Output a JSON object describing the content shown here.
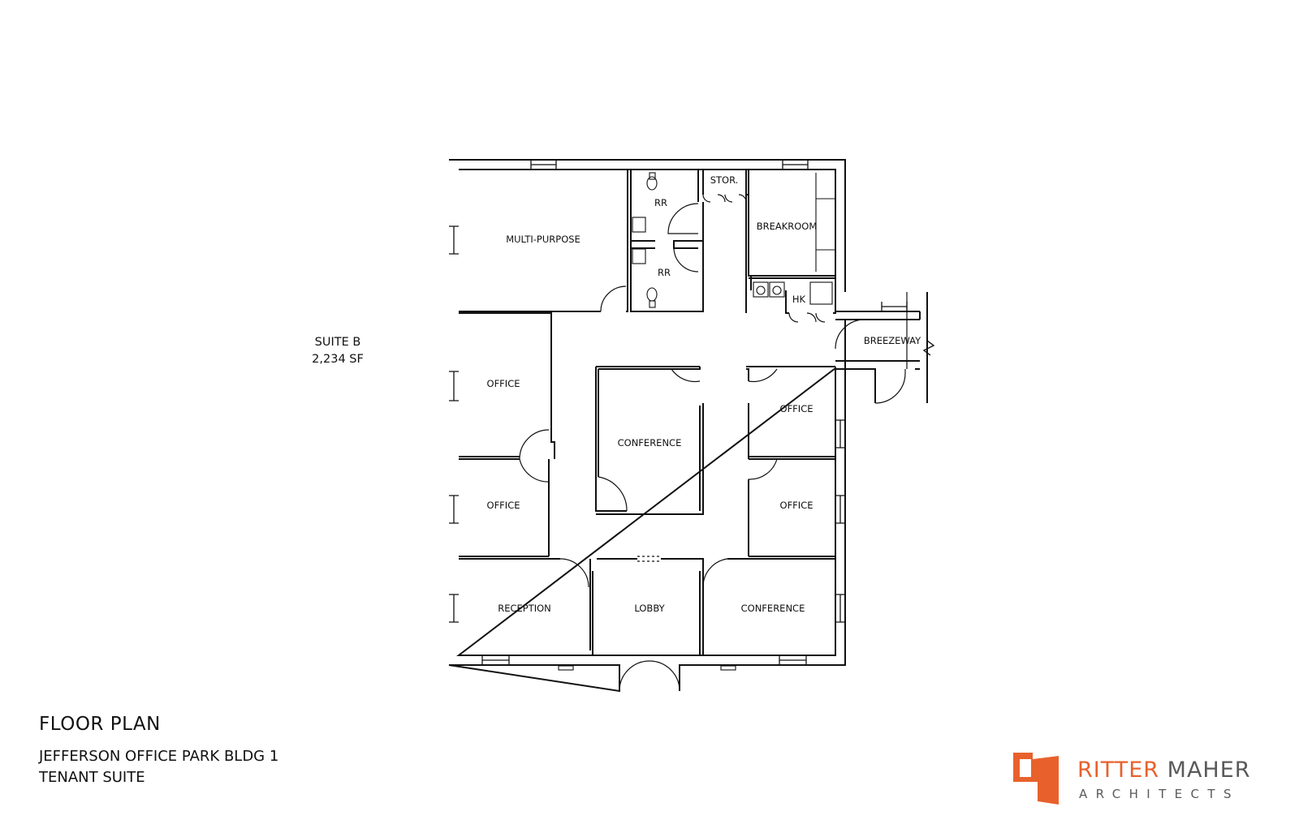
{
  "drawing": {
    "title": "FLOOR PLAN",
    "subtitle_lines": [
      "JEFFERSON OFFICE PARK BLDG 1",
      "TENANT SUITE"
    ]
  },
  "suite": {
    "name": "SUITE B",
    "area": "2,234 SF"
  },
  "rooms": {
    "multi_purpose": "MULTI-PURPOSE",
    "rr_top": "RR",
    "rr_bottom": "RR",
    "storage": "STOR.",
    "breakroom": "BREAKROOM",
    "housekeeping": "HK",
    "breezeway": "BREEZEWAY",
    "office_left_upper": "OFFICE",
    "office_left_lower": "OFFICE",
    "conference_center": "CONFERENCE",
    "office_right_upper": "OFFICE",
    "office_right_lower": "OFFICE",
    "reception": "RECEPTION",
    "lobby": "LOBBY",
    "conference_front": "CONFERENCE"
  },
  "firm": {
    "name_part1": "RITTER",
    "name_part2": "MAHER",
    "subtitle": "ARCHITECTS",
    "accent_color": "#e8612c"
  },
  "colors": {
    "line": "#111111",
    "background": "#ffffff"
  }
}
